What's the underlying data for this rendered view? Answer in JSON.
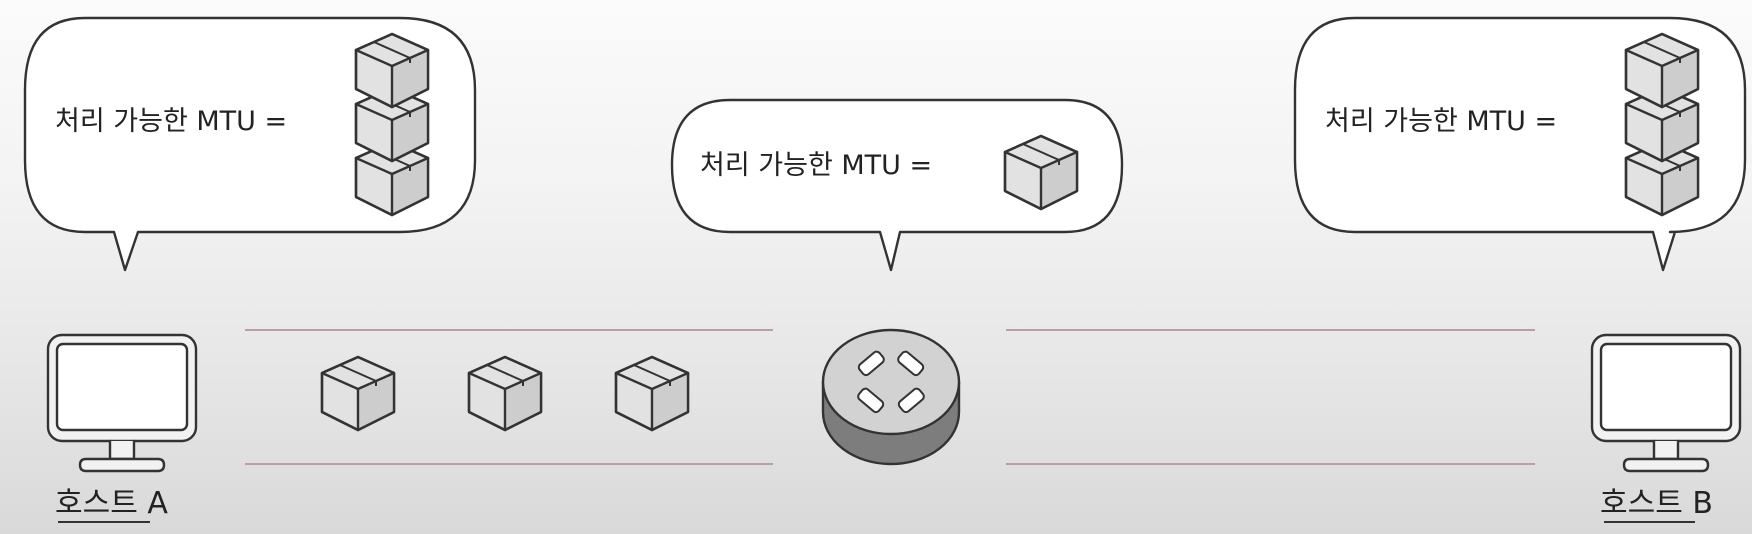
{
  "bubbles": {
    "host_a": {
      "text": "처리 가능한 MTU =",
      "packet_count": 3
    },
    "router": {
      "text": "처리 가능한 MTU =",
      "packet_count": 1
    },
    "host_b": {
      "text": "처리 가능한 MTU =",
      "packet_count": 3
    }
  },
  "hosts": {
    "a": {
      "label": "호스트 A"
    },
    "b": {
      "label": "호스트 B"
    }
  },
  "link_a_packets_in_transit": 3,
  "link_b_packets_in_transit": 0,
  "colors": {
    "box_fill": "#e2e2e2",
    "router_top": "#d2d2d2",
    "router_side": "#7d7d7d",
    "link_line": "#b99fa4",
    "outline": "#333333"
  }
}
